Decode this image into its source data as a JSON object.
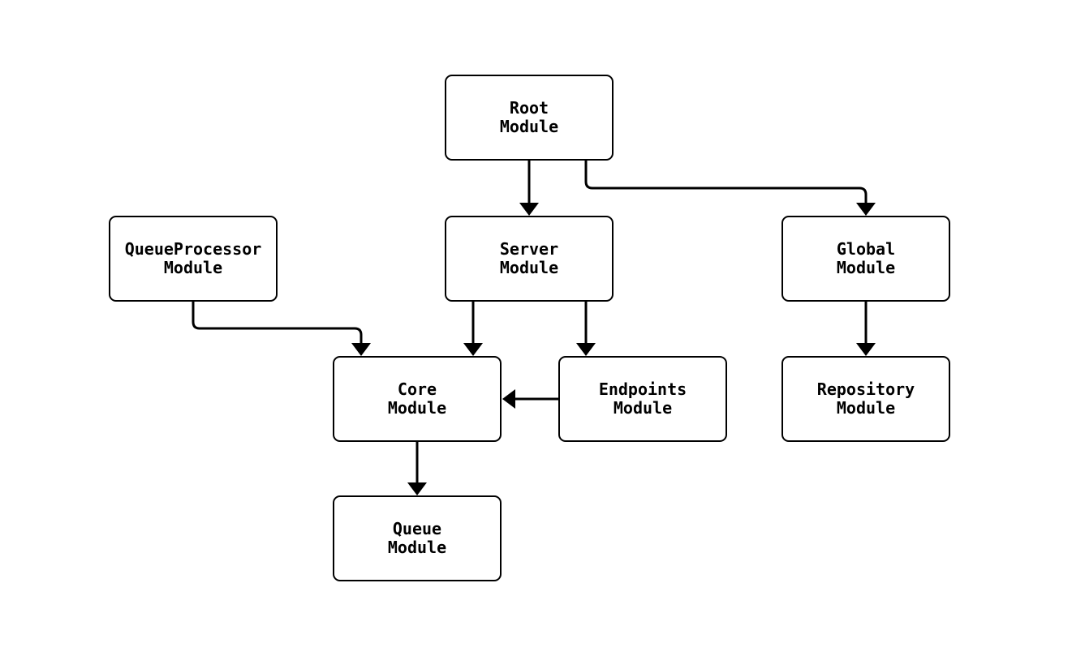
{
  "diagram": {
    "type": "flowchart",
    "direction": "top-down",
    "background_color": "#ffffff",
    "node_fill_color": "#ffffff",
    "node_border_color": "#000000",
    "edge_color": "#000000",
    "text_color": "#000000",
    "nodes": {
      "root": {
        "label": "Root\nModule"
      },
      "queueprocessor": {
        "label": "QueueProcessor\nModule"
      },
      "server": {
        "label": "Server\nModule"
      },
      "global": {
        "label": "Global\nModule"
      },
      "core": {
        "label": "Core\nModule"
      },
      "endpoints": {
        "label": "Endpoints\nModule"
      },
      "repository": {
        "label": "Repository\nModule"
      },
      "queue": {
        "label": "Queue\nModule"
      }
    },
    "edges": [
      {
        "from": "Root Module",
        "to": "Server Module"
      },
      {
        "from": "Root Module",
        "to": "Global Module"
      },
      {
        "from": "QueueProcessor Module",
        "to": "Core Module"
      },
      {
        "from": "Server Module",
        "to": "Core Module"
      },
      {
        "from": "Server Module",
        "to": "Endpoints Module"
      },
      {
        "from": "Endpoints Module",
        "to": "Core Module"
      },
      {
        "from": "Global Module",
        "to": "Repository Module"
      },
      {
        "from": "Core Module",
        "to": "Queue Module"
      }
    ]
  }
}
